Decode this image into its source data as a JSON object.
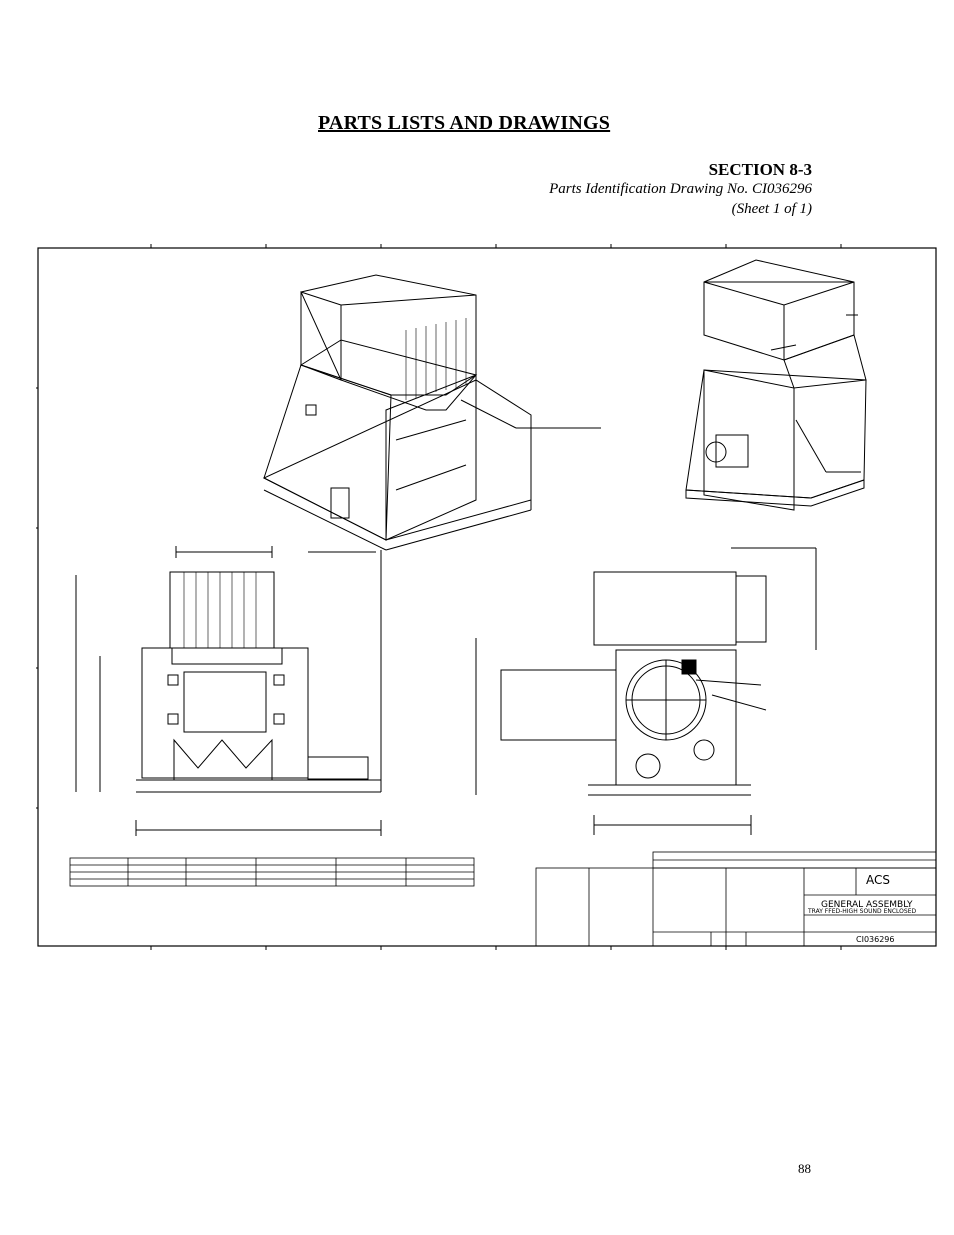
{
  "page": {
    "title": "PARTS LISTS AND DRAWINGS",
    "section": "SECTION 8-3",
    "subtitle": "Parts Identification Drawing No. CI036296",
    "sheet": "(Sheet 1 of 1)",
    "page_number": "88"
  },
  "drawing": {
    "title_block": {
      "company": "ACS",
      "drawing_title_line1": "GENERAL ASSEMBLY",
      "drawing_title_line2": "TRAY FFED-HIGH SOUND ENCLOSED",
      "drawing_number": "CI036296"
    }
  }
}
